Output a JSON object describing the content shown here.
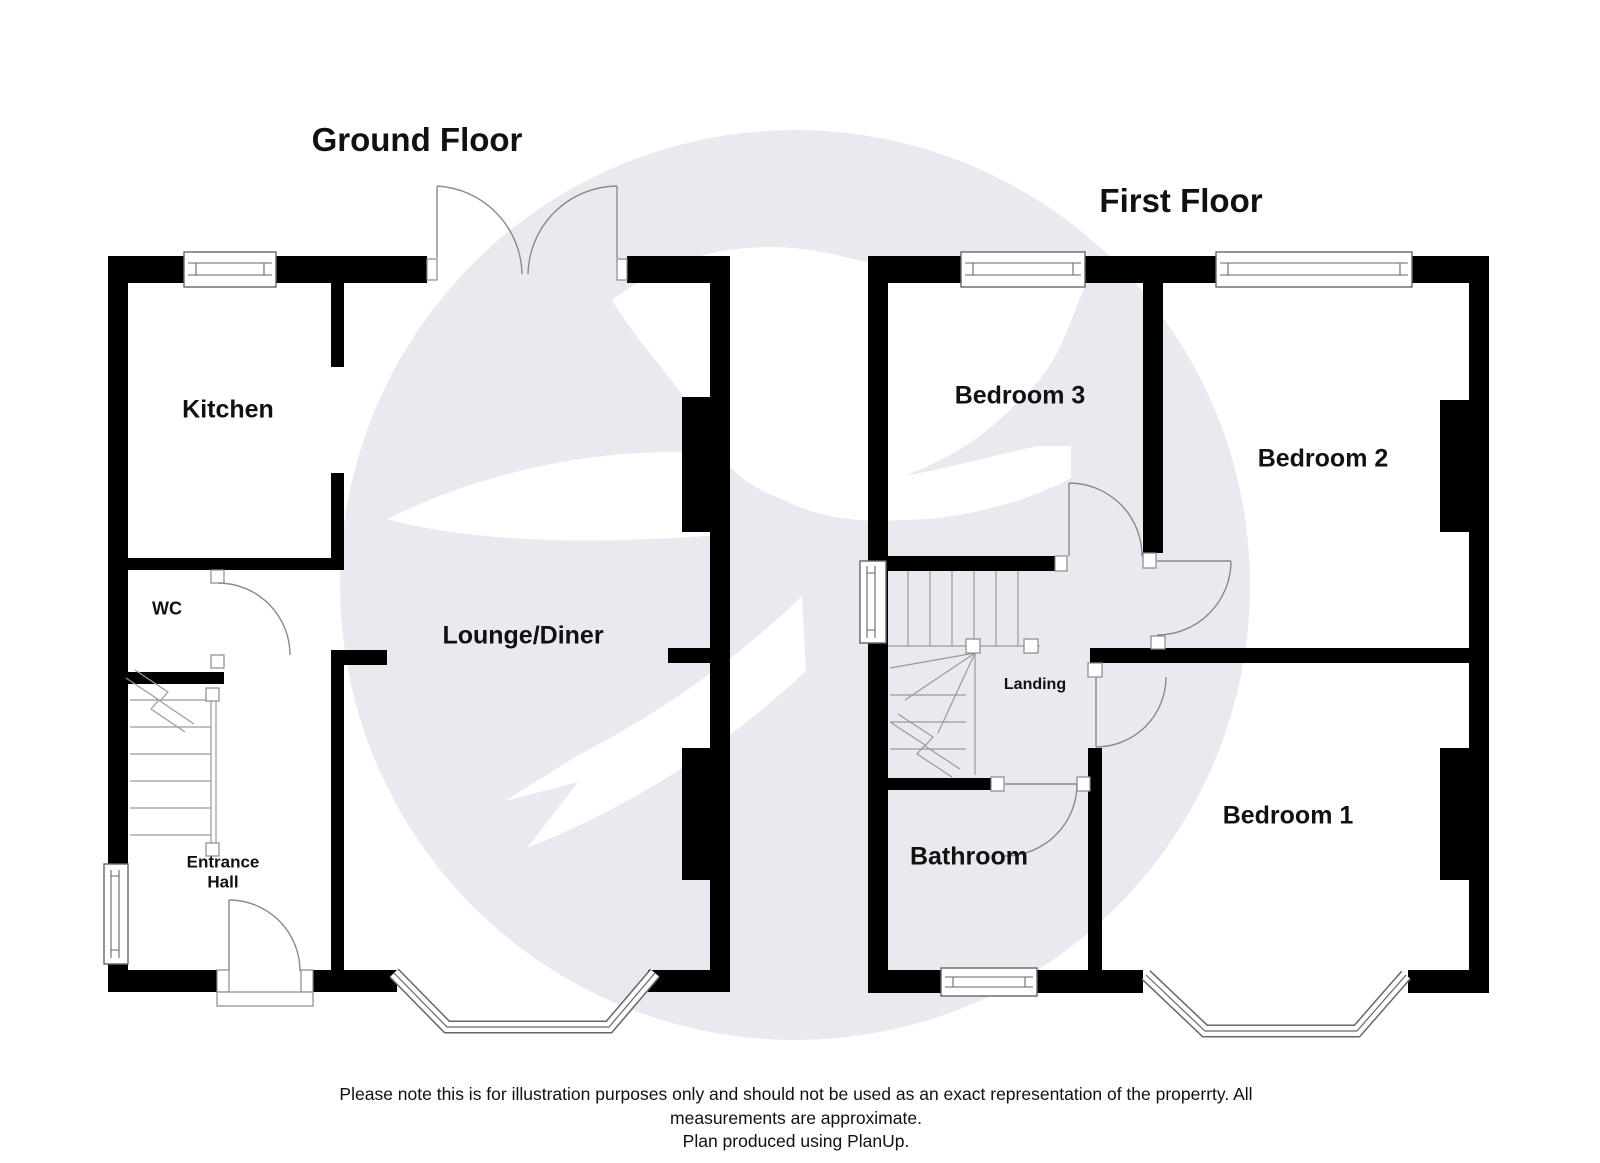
{
  "titles": {
    "ground": "Ground Floor",
    "first": "First Floor"
  },
  "rooms": {
    "kitchen": "Kitchen",
    "wc": "WC",
    "entrance_hall": "Entrance Hall",
    "lounge_diner": "Lounge/Diner",
    "bedroom3": "Bedroom 3",
    "bedroom2": "Bedroom 2",
    "bedroom1": "Bedroom 1",
    "landing": "Landing",
    "bathroom": "Bathroom"
  },
  "footer": {
    "line1": "Please note this is for illustration purposes only and should not be used as an exact representation of the properrty. All",
    "line2": "measurements are approximate.",
    "line3": "Plan produced using PlanUp."
  },
  "colors": {
    "wall": "#000000",
    "door_line": "#8a8a8a",
    "window_line": "#666666",
    "stair_line": "#9a9a9a",
    "watermark": "#e9e9f0",
    "text": "#111111"
  }
}
